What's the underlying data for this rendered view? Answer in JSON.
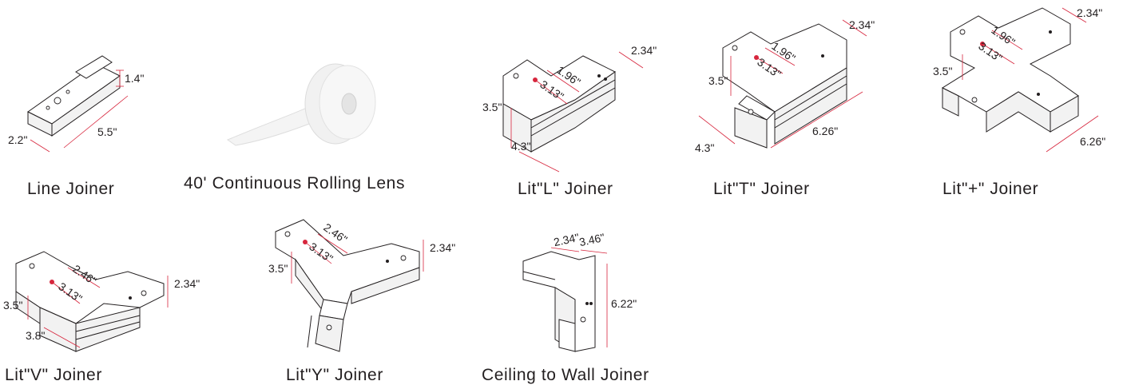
{
  "products": [
    {
      "id": "line-joiner",
      "caption": "Line Joiner",
      "dims": [
        "1.4\"",
        "2.2\"",
        "5.5\""
      ]
    },
    {
      "id": "rolling-lens",
      "caption": "40' Continuous Rolling Lens",
      "dims": []
    },
    {
      "id": "lit-l-joiner",
      "caption": "Lit\"L\" Joiner",
      "dims": [
        "2.34\"",
        "1.96\"",
        "3.13\"",
        "3.5\"",
        "4.3\""
      ]
    },
    {
      "id": "lit-t-joiner",
      "caption": "Lit\"T\" Joiner",
      "dims": [
        "2.34\"",
        "1.96\"",
        "3.13\"",
        "3.5\"",
        "4.3\"",
        "6.26\""
      ]
    },
    {
      "id": "lit-plus-joiner",
      "caption": "Lit\"+\" Joiner",
      "dims": [
        "2.34\"",
        "1.96\"",
        "3.13\"",
        "3.5\"",
        "6.26\""
      ]
    },
    {
      "id": "lit-v-joiner",
      "caption": "Lit\"V\" Joiner",
      "dims": [
        "2.46\"",
        "3.13\"",
        "2.34\"",
        "3.5\"",
        "3.8\""
      ]
    },
    {
      "id": "lit-y-joiner",
      "caption": "Lit\"Y\" Joiner",
      "dims": [
        "2.46\"",
        "3.13\"",
        "2.34\"",
        "3.5\""
      ]
    },
    {
      "id": "ceiling-wall-joiner",
      "caption": "Ceiling to Wall Joiner",
      "dims": [
        "2.34\"",
        "3.46\"",
        "6.22\""
      ]
    }
  ],
  "colors": {
    "dimension_line": "#d7263d",
    "outline": "#231f20"
  }
}
